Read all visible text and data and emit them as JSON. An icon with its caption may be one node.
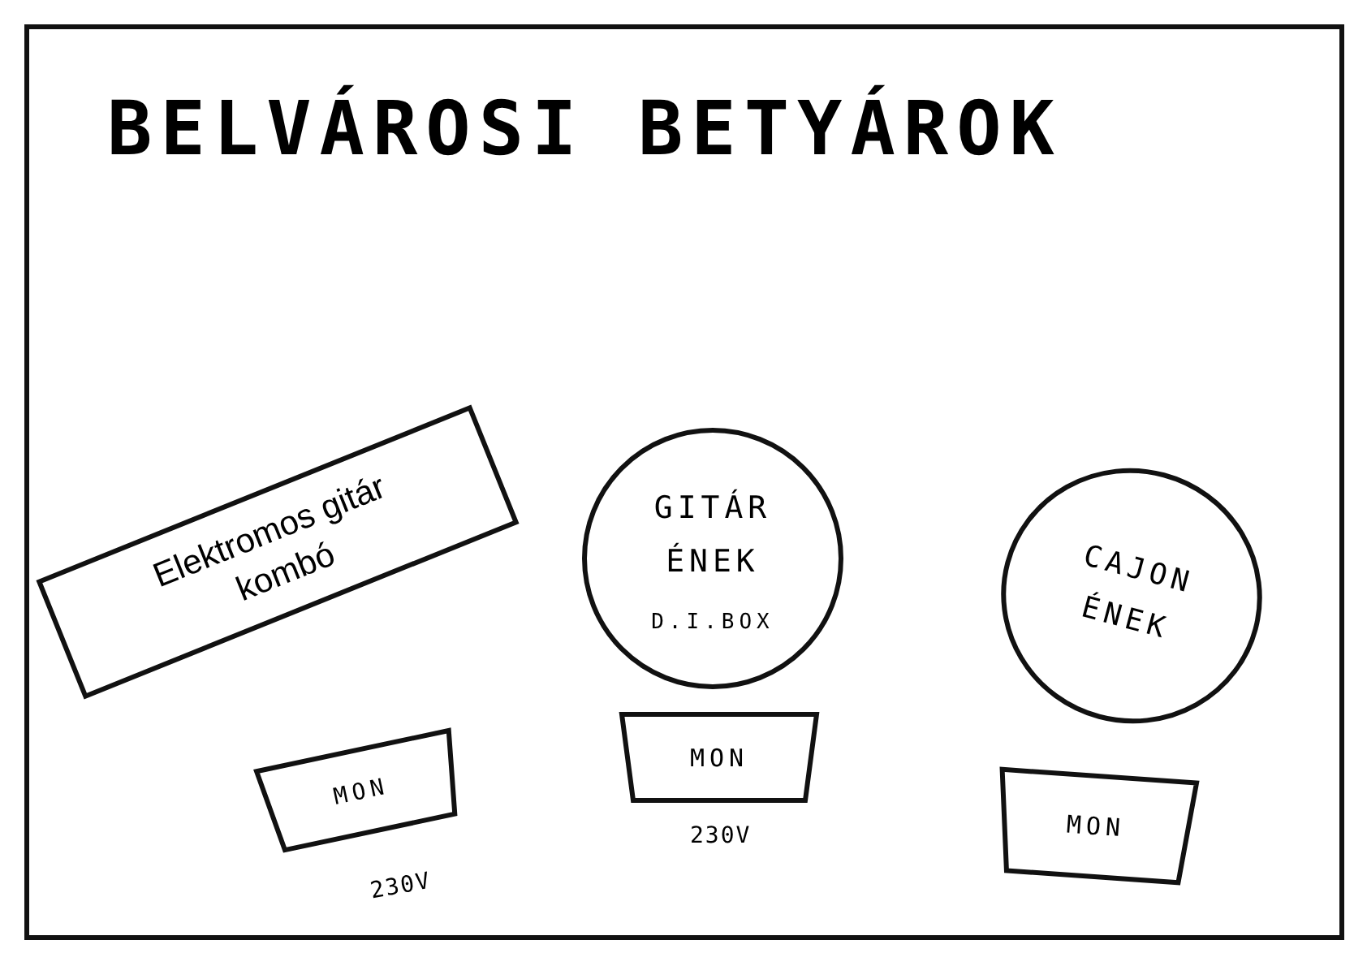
{
  "diagram": {
    "title": "BELVÁROSI BETYÁROK",
    "nodes": [
      {
        "text": [
          "Elektromos gitár kombó"
        ]
      },
      {
        "text": [
          "MON"
        ],
        "beside": [
          "230V"
        ]
      },
      {
        "text": [
          "GITÁR ÉNEK",
          "D.I.BOX"
        ]
      },
      {
        "text": [
          "MON"
        ],
        "beside": [
          "230V"
        ]
      },
      {
        "text": [
          "CAJON ÉNEK"
        ]
      },
      {
        "text": [
          "MON"
        ]
      }
    ]
  }
}
